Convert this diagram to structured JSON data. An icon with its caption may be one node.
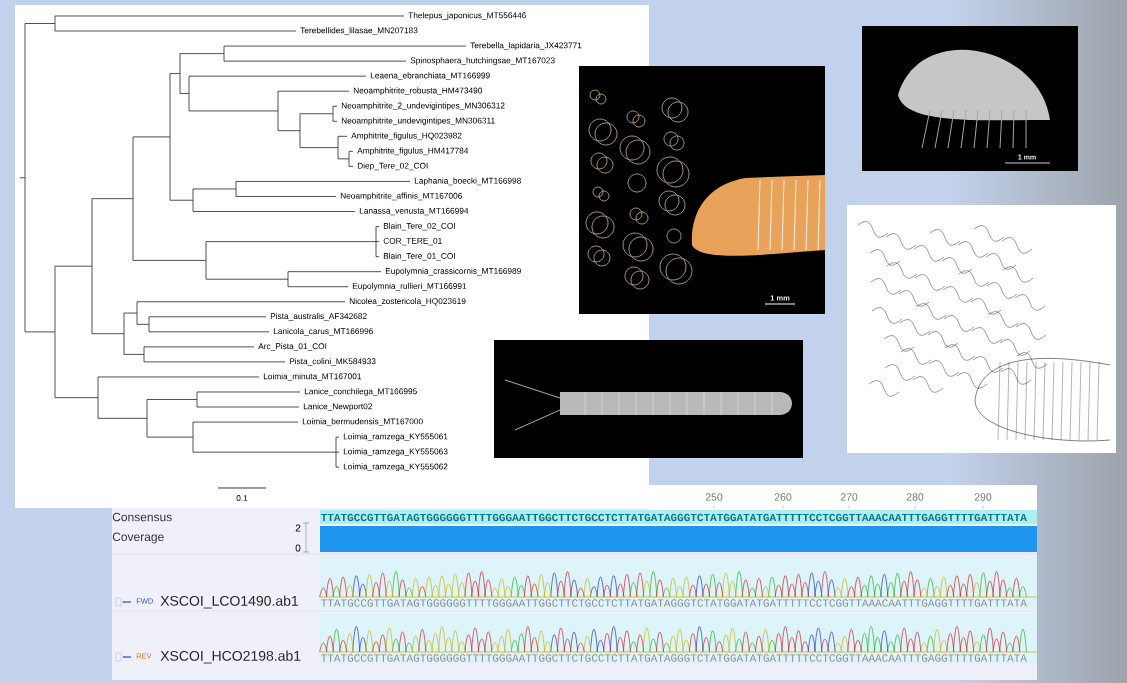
{
  "diagram": {
    "labels": [
      "Thelepus_japonicus_MT556446",
      "Terebellides_lilasae_MN207183",
      "Terebella_lapidaria_JX423771",
      "Spinosphaera_hutchingsae_MT167023",
      "Leaena_ebranchiata_MT166999",
      "Neoamphitrite_robusta_HM473490",
      "Neoamphitrite_2_undevigintipes_MN306312",
      "Neoamphitrite_undevigintipes_MN306311",
      "Amphitrite_figulus_HQ023982",
      "Amphitrite_figulus_HM417784",
      "Diep_Tere_02_COI",
      "Laphania_boecki_MT166998",
      "Neoamphitrite_affinis_MT167006",
      "Lanassa_venusta_MT166994",
      "Blain_Tere_02_COI",
      "COR_TERE_01",
      "Blain_Tere_01_COI",
      "Eupolymnia_crassicornis_MT166989",
      "Eupolymnia_rullieri_MT166991",
      "Nicolea_zostericola_HQ023619",
      "Pista_australis_AF342682",
      "Lanicola_carus_MT166996",
      "Arc_Pista_01_COI",
      "Pista_colini_MK584933",
      "Loimia_minuta_MT167001",
      "Lanice_conchilega_MT166995",
      "Lanice_Newport02",
      "Loimia_bermudensis_MT167000",
      "Loimia_ramzega_KY555061",
      "Loimia_ramzega_KY555063",
      "Loimia_ramzega_KY555062",
      "0.1",
      "1 mm",
      "1 mm",
      "250",
      "260",
      "270",
      "280",
      "290",
      "Consensus",
      "TTATGCCGTTGATAGTGGGGGGTTTTGGGAATTGGCTTCTGCCTCTTATGATAGGGTCTATGGATATGATTTTTCCTCGGTTAAACAATTTGAGGTTTTGATTTATA",
      "Coverage",
      "2",
      "0",
      "FWD",
      "XSCOI_LCO1490.ab1",
      "TTATGCCGTTGATAGTGGGGGGTTTTGGGAATTGGCTTCTGCCTCTTATGATAGGGTCTATGGATATGATTTTTCCTCGGTTAAACAATTTGAGGTTTTGATTTATA",
      "REV",
      "XSCOI_HCO2198.ab1",
      "TTATGCCGTTGATAGTGGGGGGTTTTGGGAATTGGCTTCTGCCTCTTATGATAGGGTCTATGGATATGATTTTTCCTCGGTTAAACAATTTGAGGTTTTGATTTATA"
    ]
  }
}
